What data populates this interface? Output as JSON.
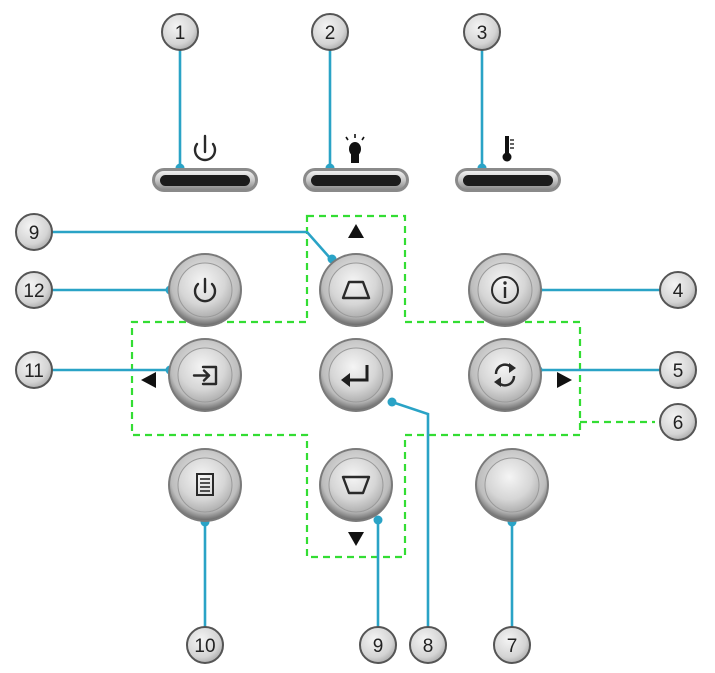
{
  "colors": {
    "leader": "#2aa3c6",
    "dashed_outline": "#33dd33",
    "button_face": "#d9d9d9",
    "button_ring": "#8a8a8a",
    "callout_fill": "#d8d8d8",
    "arrow": "#111111"
  },
  "callouts": {
    "c1": "1",
    "c2": "2",
    "c3": "3",
    "c4": "4",
    "c5": "5",
    "c6": "6",
    "c7": "7",
    "c8": "8",
    "c9_top": "9",
    "c9_bottom": "9",
    "c10": "10",
    "c11": "11",
    "c12": "12"
  },
  "icons": {
    "led_power": "power-icon",
    "led_lamp": "lamp-icon",
    "led_temp": "thermometer-icon",
    "btn_power": "power-icon",
    "btn_keystone_up": "trapezoid-up-icon",
    "btn_info": "info-icon",
    "btn_source": "source-input-icon",
    "btn_enter": "enter-icon",
    "btn_resync": "resync-icon",
    "btn_menu": "menu-icon",
    "btn_keystone_down": "trapezoid-down-icon",
    "btn_blank": "blank-button"
  }
}
